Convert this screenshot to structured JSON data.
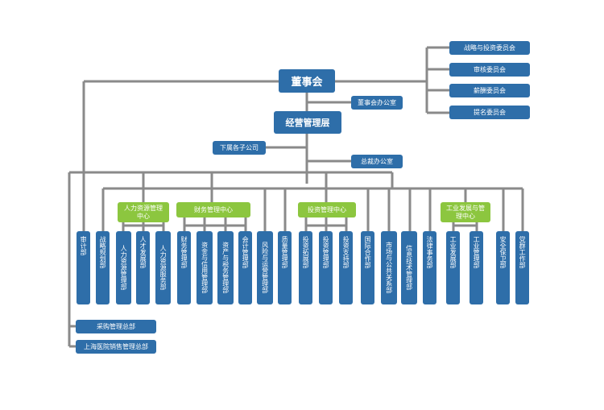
{
  "board": "董事会",
  "management": "经营管理层",
  "committees": [
    "战略与投资委员会",
    "审核委员会",
    "薪酬委员会",
    "提名委员会"
  ],
  "board_office": "董事会办公室",
  "subsidiaries": "下属各子公司",
  "president_office": "总裁办公室",
  "centers": {
    "hr": "人力资源管理中心",
    "finance": "财务管理中心",
    "investment": "投资管理中心",
    "industrial": "工业发展与管理中心"
  },
  "departments": [
    "审计部",
    "战略规划部",
    "人力资源管理部",
    "人才发展部",
    "人力资源服务部",
    "财务管理部",
    "资金与信用管理部",
    "资产与税务管理部",
    "会计管理部",
    "风险与运营管理部",
    "质量管理部",
    "投资拓展部",
    "投资管理部",
    "投资支持部",
    "国际合作部",
    "市场与公共关系部",
    "信息技术管理部",
    "法律事务部",
    "工业发展部",
    "工业管理部",
    "安全保卫部",
    "党群工作部"
  ],
  "bottom": [
    "采购管理总部",
    "上海医院销售管理总部"
  ]
}
